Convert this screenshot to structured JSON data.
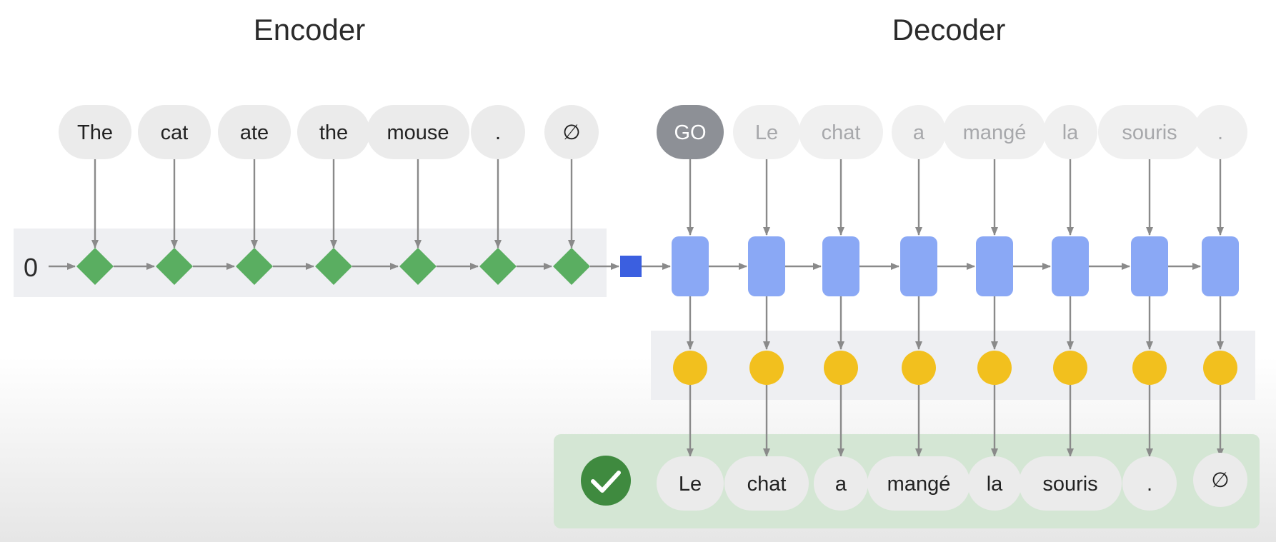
{
  "titles": {
    "encoder": "Encoder",
    "decoder": "Decoder"
  },
  "initial_state": "0",
  "encoder_tokens": [
    "The",
    "cat",
    "ate",
    "the",
    "mouse",
    ".",
    "∅"
  ],
  "decoder_inputs": [
    "GO",
    "Le",
    "chat",
    "a",
    "mangé",
    "la",
    "souris",
    "."
  ],
  "decoder_outputs": [
    "Le",
    "chat",
    "a",
    "mangé",
    "la",
    "souris",
    ".",
    "∅"
  ],
  "status_icon": "check-icon",
  "colors": {
    "encoder_node": "#5aae61",
    "context_vector": "#3b5fe0",
    "decoder_cell": "#8aa8f5",
    "output_node": "#f2c01e",
    "go_token": "#8d9096",
    "check_badge": "#3f8a3f",
    "output_panel": "#d4e6d4",
    "arrow": "#8a8a8a"
  }
}
